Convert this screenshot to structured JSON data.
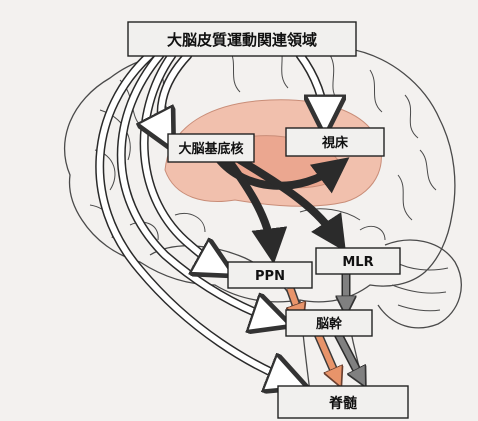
{
  "diagram": {
    "nodes": {
      "cortex": "大脳皮質運動関連領域",
      "basal_ganglia": "大脳基底核",
      "thalamus": "視床",
      "ppn": "PPN",
      "mlr": "MLR",
      "brainstem": "脳幹",
      "spinal_cord": "脊髄"
    },
    "colors": {
      "paper": "#f3f1ef",
      "outline": "#4a4a4a",
      "highlight": "#f0b29a",
      "dark_arrow": "#2b2b2b",
      "orange_arrow": "#e8946a",
      "gray_arrow": "#808080",
      "box_fill": "#f1f0ee"
    },
    "edges": [
      {
        "from": "cortex",
        "to": "basal_ganglia",
        "style": "hollow"
      },
      {
        "from": "cortex",
        "to": "thalamus",
        "style": "hollow"
      },
      {
        "from": "cortex",
        "to": "ppn",
        "style": "hollow"
      },
      {
        "from": "cortex",
        "to": "brainstem",
        "style": "hollow"
      },
      {
        "from": "cortex",
        "to": "spinal_cord",
        "style": "hollow"
      },
      {
        "from": "basal_ganglia",
        "to": "thalamus",
        "style": "dark"
      },
      {
        "from": "basal_ganglia",
        "to": "ppn",
        "style": "dark"
      },
      {
        "from": "basal_ganglia",
        "to": "mlr",
        "style": "dark"
      },
      {
        "from": "ppn",
        "to": "brainstem",
        "style": "orange"
      },
      {
        "from": "mlr",
        "to": "brainstem",
        "style": "gray"
      },
      {
        "from": "brainstem",
        "to": "spinal_cord",
        "style": "orange"
      },
      {
        "from": "brainstem",
        "to": "spinal_cord",
        "style": "gray"
      }
    ]
  }
}
